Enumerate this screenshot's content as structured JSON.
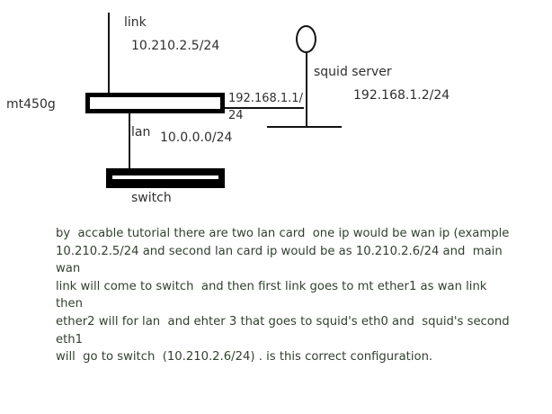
{
  "diagram": {
    "title": "network topology sketch",
    "background_color": "#ffffff",
    "line_color": "#131313",
    "text_color": "#2f2f2f",
    "nodes": {
      "router": {
        "name": "mt450g",
        "label": "mt450g",
        "shape": "hollow-rectangle"
      },
      "switch": {
        "name": "switch",
        "label": "switch",
        "shape": "filled-bar"
      },
      "squid": {
        "name": "squid server",
        "label": "squid server",
        "shape": "ellipse"
      }
    },
    "links": {
      "wan": {
        "label": "link",
        "address": "10.210.2.5/24"
      },
      "lan": {
        "label": "lan",
        "address": "10.0.0.0/24"
      },
      "router_to_squid": {
        "address_line1": "192.168.1.1/",
        "address_line2": "24"
      },
      "squid_iface": {
        "address": "192.168.1.2/24"
      }
    }
  },
  "notes": {
    "text": "by  accable tutorial there are two lan card  one ip would be wan ip (example\n10.210.2.5/24 and second lan card ip would be as 10.210.2.6/24 and  main wan\nlink will come to switch  and then first link goes to mt ether1 as wan link then\nether2 will for lan  and ehter 3 that goes to squid's eth0 and  squid's second eth1\nwill  go to switch  (10.210.2.6/24) . is this correct configuration."
  }
}
